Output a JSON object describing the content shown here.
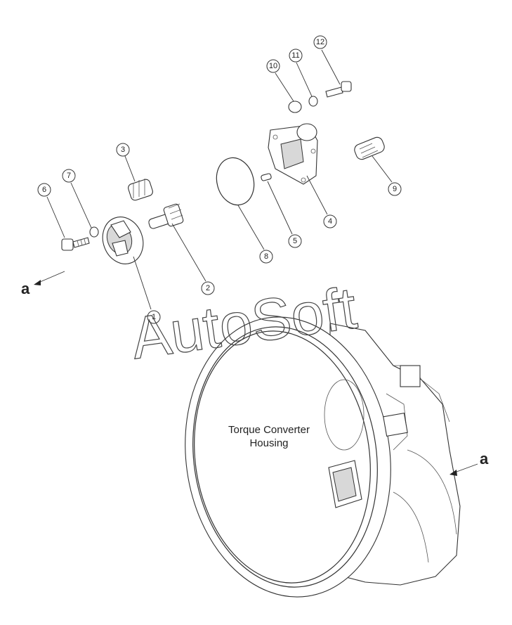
{
  "callouts": [
    "1",
    "2",
    "3",
    "4",
    "5",
    "6",
    "7",
    "8",
    "9",
    "10",
    "11",
    "12"
  ],
  "view_marker_left": "a",
  "view_marker_right": "a",
  "housing_label_line1": "Torque Converter",
  "housing_label_line2": "Housing",
  "watermark": "AutoSoft"
}
